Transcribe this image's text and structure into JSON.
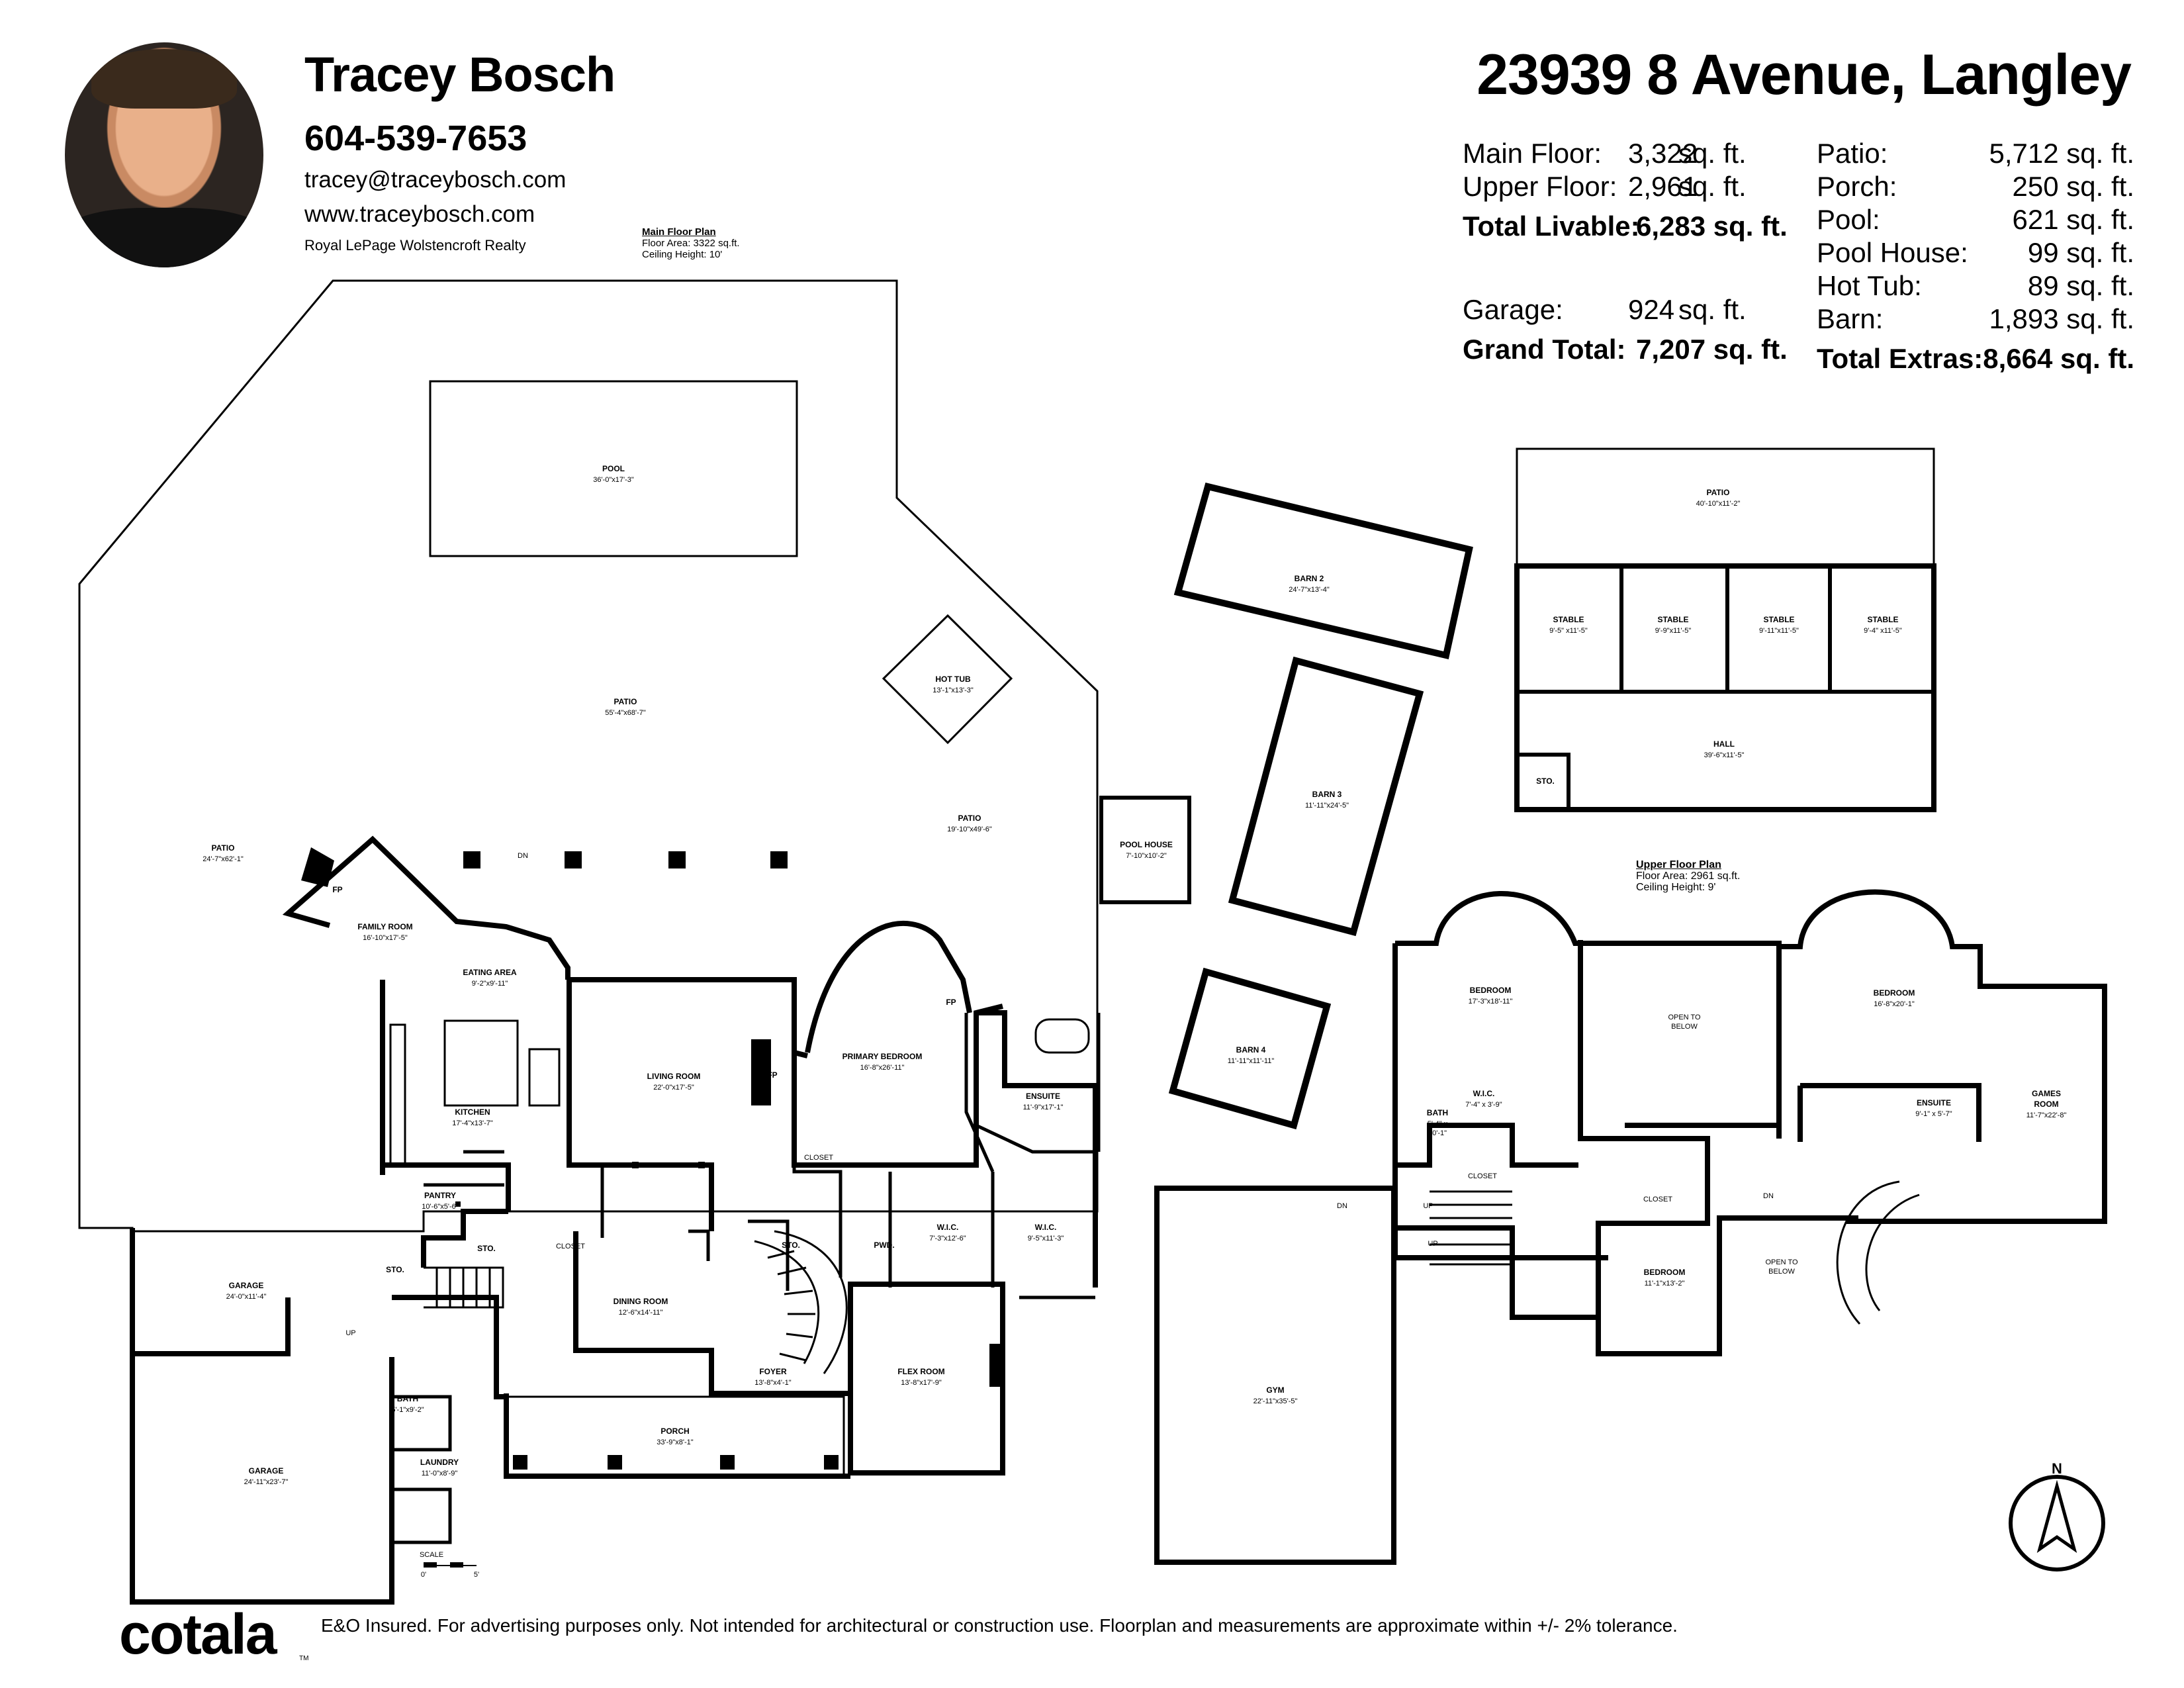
{
  "agent": {
    "name": "Tracey Bosch",
    "phone": "604-539-7653",
    "email": "tracey@traceybosch.com",
    "website": "www.traceybosch.com",
    "brokerage": "Royal LePage Wolstencroft Realty"
  },
  "address": "23939 8 Avenue, Langley",
  "summary": {
    "left": [
      {
        "label": "Main Floor:",
        "value": "3,322",
        "unit": "sq. ft."
      },
      {
        "label": "Upper Floor:",
        "value": "2,961",
        "unit": "sq. ft."
      },
      {
        "label": "Total Livable:",
        "value": "6,283 sq. ft."
      },
      {
        "label": "Garage:",
        "value": "924",
        "unit": "sq. ft."
      },
      {
        "label": "Grand Total:",
        "value": "7,207 sq. ft."
      }
    ],
    "right": [
      {
        "label": "Patio:",
        "value": "5,712 sq. ft."
      },
      {
        "label": "Porch:",
        "value": "250 sq. ft."
      },
      {
        "label": "Pool:",
        "value": "621 sq. ft."
      },
      {
        "label": "Pool House:",
        "value": "99 sq. ft."
      },
      {
        "label": "Hot Tub:",
        "value": "89 sq. ft."
      },
      {
        "label": "Barn:",
        "value": "1,893 sq. ft."
      },
      {
        "label": "Total Extras:",
        "value": "8,664 sq. ft."
      }
    ]
  },
  "main_plan": {
    "title": "Main Floor Plan",
    "area": "Floor Area: 3322 sq.ft.",
    "ceiling": "Ceiling Height: 10'"
  },
  "upper_plan": {
    "title": "Upper Floor Plan",
    "area": "Floor Area: 2961 sq.ft.",
    "ceiling": "Ceiling Height: 9'"
  },
  "rooms": {
    "pool": {
      "name": "POOL",
      "dim": "36'-0\"x17'-3\""
    },
    "hot_tub": {
      "name": "HOT TUB",
      "dim": "13'-1\"x13'-3\""
    },
    "patio_main": {
      "name": "PATIO",
      "dim": "55'-4\"x68'-7\""
    },
    "patio_left": {
      "name": "PATIO",
      "dim": "24'-7\"x62'-1\""
    },
    "patio_right": {
      "name": "PATIO",
      "dim": "19'-10\"x49'-6\""
    },
    "pool_house": {
      "name": "POOL HOUSE",
      "dim": "7'-10\"x10'-2\""
    },
    "family_room": {
      "name": "FAMILY ROOM",
      "dim": "16'-10\"x17'-5\""
    },
    "eating_area": {
      "name": "EATING AREA",
      "dim": "9'-2\"x9'-11\""
    },
    "kitchen": {
      "name": "KITCHEN",
      "dim": "17'-4\"x13'-7\""
    },
    "living_room": {
      "name": "LIVING ROOM",
      "dim": "22'-0\"x17'-5\""
    },
    "primary_bedroom": {
      "name": "PRIMARY BEDROOM",
      "dim": "16'-8\"x26'-11\""
    },
    "ensuite_main": {
      "name": "ENSUITE",
      "dim": "11'-9\"x17'-1\""
    },
    "pantry": {
      "name": "PANTRY",
      "dim": "10'-6\"x5'-6\""
    },
    "garage_top": {
      "name": "GARAGE",
      "dim": "24'-0\"x11'-4\""
    },
    "garage_bottom": {
      "name": "GARAGE",
      "dim": "24'-11\"x23'-7\""
    },
    "dining_room": {
      "name": "DINING ROOM",
      "dim": "12'-6\"x14'-11\""
    },
    "wic_main_1": {
      "name": "W.I.C.",
      "dim": "7'-3\"x12'-6\""
    },
    "wic_main_2": {
      "name": "W.I.C.",
      "dim": "9'-5\"x11'-3\""
    },
    "foyer": {
      "name": "FOYER",
      "dim": "13'-8\"x4'-1\""
    },
    "flex_room": {
      "name": "FLEX ROOM",
      "dim": "13'-8\"x17'-9\""
    },
    "porch": {
      "name": "PORCH",
      "dim": "33'-9\"x8'-1\""
    },
    "bath_main": {
      "name": "BATH",
      "dim": "5'-1\"x9'-2\""
    },
    "laundry": {
      "name": "LAUNDRY",
      "dim": "11'-0\"x8'-9\""
    },
    "barn2": {
      "name": "BARN 2",
      "dim": "24'-7\"x13'-4\""
    },
    "barn3": {
      "name": "BARN 3",
      "dim": "11'-11\"x24'-5\""
    },
    "barn4": {
      "name": "BARN 4",
      "dim": "11'-11\"x11'-11\""
    },
    "patio_barn": {
      "name": "PATIO",
      "dim": "40'-10\"x11'-2\""
    },
    "stable1": {
      "name": "STABLE",
      "dim": "9'-5\" x11'-5\""
    },
    "stable2": {
      "name": "STABLE",
      "dim": "9'-9\"x11'-5\""
    },
    "stable3": {
      "name": "STABLE",
      "dim": "9'-11\"x11'-5\""
    },
    "stable4": {
      "name": "STABLE",
      "dim": "9'-4\" x11'-5\""
    },
    "hall": {
      "name": "HALL",
      "dim": "39'-6\"x11'-5\""
    },
    "sto_barn": {
      "name": "STO."
    },
    "bedroom_up1": {
      "name": "BEDROOM",
      "dim": "17'-3\"x18'-11\""
    },
    "open_below_1": {
      "name": "OPEN TO",
      "name2": "BELOW"
    },
    "bedroom_up2": {
      "name": "BEDROOM",
      "dim": "16'-8\"x20'-1\""
    },
    "games_room": {
      "name": "GAMES",
      "name2": "ROOM",
      "dim": "11'-7\"x22'-8\""
    },
    "wic_up": {
      "name": "W.I.C.",
      "dim": "7'-4\" x 3'-9\""
    },
    "bath_up": {
      "name": "BATH",
      "dim": "5'-4\" x",
      "dim2": "10'-1\""
    },
    "ensuite_up": {
      "name": "ENSUITE",
      "dim": "9'-1\" x 5'-7\""
    },
    "bedroom_up3": {
      "name": "BEDROOM",
      "dim": "11'-1\"x13'-2\""
    },
    "open_below_2": {
      "name": "OPEN TO",
      "name2": "BELOW"
    },
    "gym": {
      "name": "GYM",
      "dim": "22'-11\"x35'-5\""
    }
  },
  "small_labels": {
    "fp": "FP",
    "closet": "CLOSET",
    "sto": "STO.",
    "pwd": "PWD.",
    "dn": "DN",
    "up": "UP",
    "scale": "SCALE",
    "scale_0": "0'",
    "scale_5": "5'",
    "north": "N"
  },
  "footer": {
    "logo": "cotala",
    "tm": "TM",
    "disclaimer": "E&O Insured. For advertising purposes only. Not intended for architectural or construction use. Floorplan and measurements are approximate within +/- 2% tolerance."
  }
}
